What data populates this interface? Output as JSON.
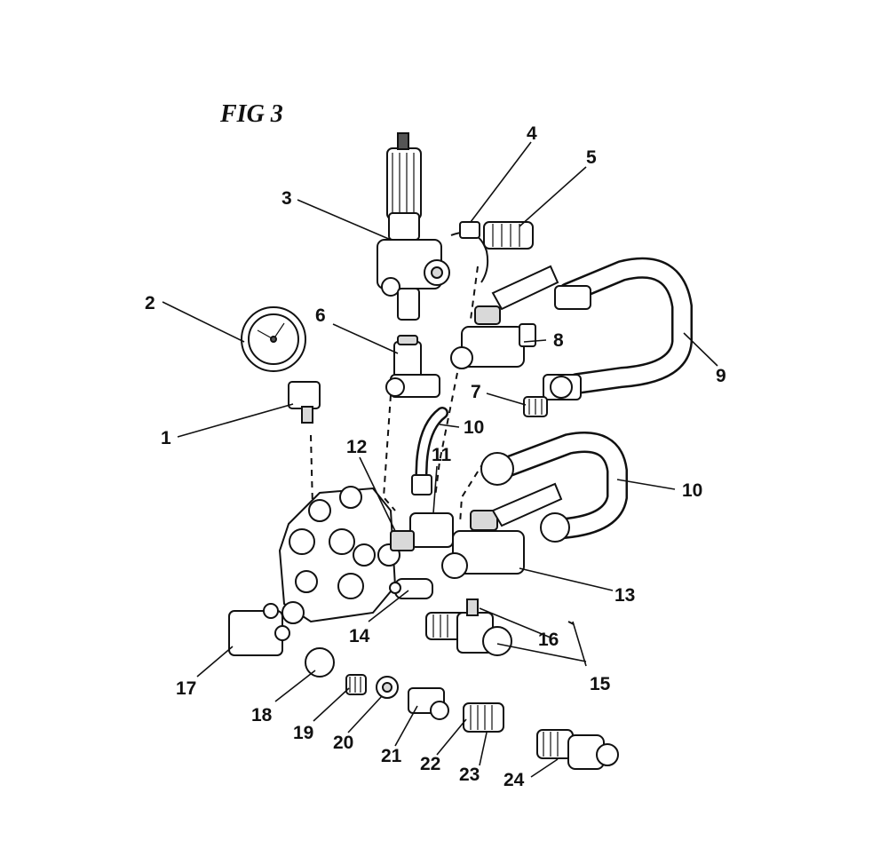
{
  "figure": {
    "title": "FIG 3"
  },
  "callouts": [
    {
      "id": "1",
      "text": "1"
    },
    {
      "id": "2",
      "text": "2"
    },
    {
      "id": "3",
      "text": "3"
    },
    {
      "id": "4",
      "text": "4"
    },
    {
      "id": "5",
      "text": "5"
    },
    {
      "id": "6",
      "text": "6"
    },
    {
      "id": "7",
      "text": "7"
    },
    {
      "id": "8",
      "text": "8"
    },
    {
      "id": "9",
      "text": "9"
    },
    {
      "id": "10a",
      "text": "10"
    },
    {
      "id": "10b",
      "text": "10"
    },
    {
      "id": "11",
      "text": "11"
    },
    {
      "id": "12",
      "text": "12"
    },
    {
      "id": "13",
      "text": "13"
    },
    {
      "id": "14",
      "text": "14"
    },
    {
      "id": "15",
      "text": "15"
    },
    {
      "id": "16",
      "text": "16"
    },
    {
      "id": "17",
      "text": "17"
    },
    {
      "id": "18",
      "text": "18"
    },
    {
      "id": "19",
      "text": "19"
    },
    {
      "id": "20",
      "text": "20"
    },
    {
      "id": "21",
      "text": "21"
    },
    {
      "id": "22",
      "text": "22"
    },
    {
      "id": "23",
      "text": "23"
    },
    {
      "id": "24",
      "text": "24"
    }
  ]
}
